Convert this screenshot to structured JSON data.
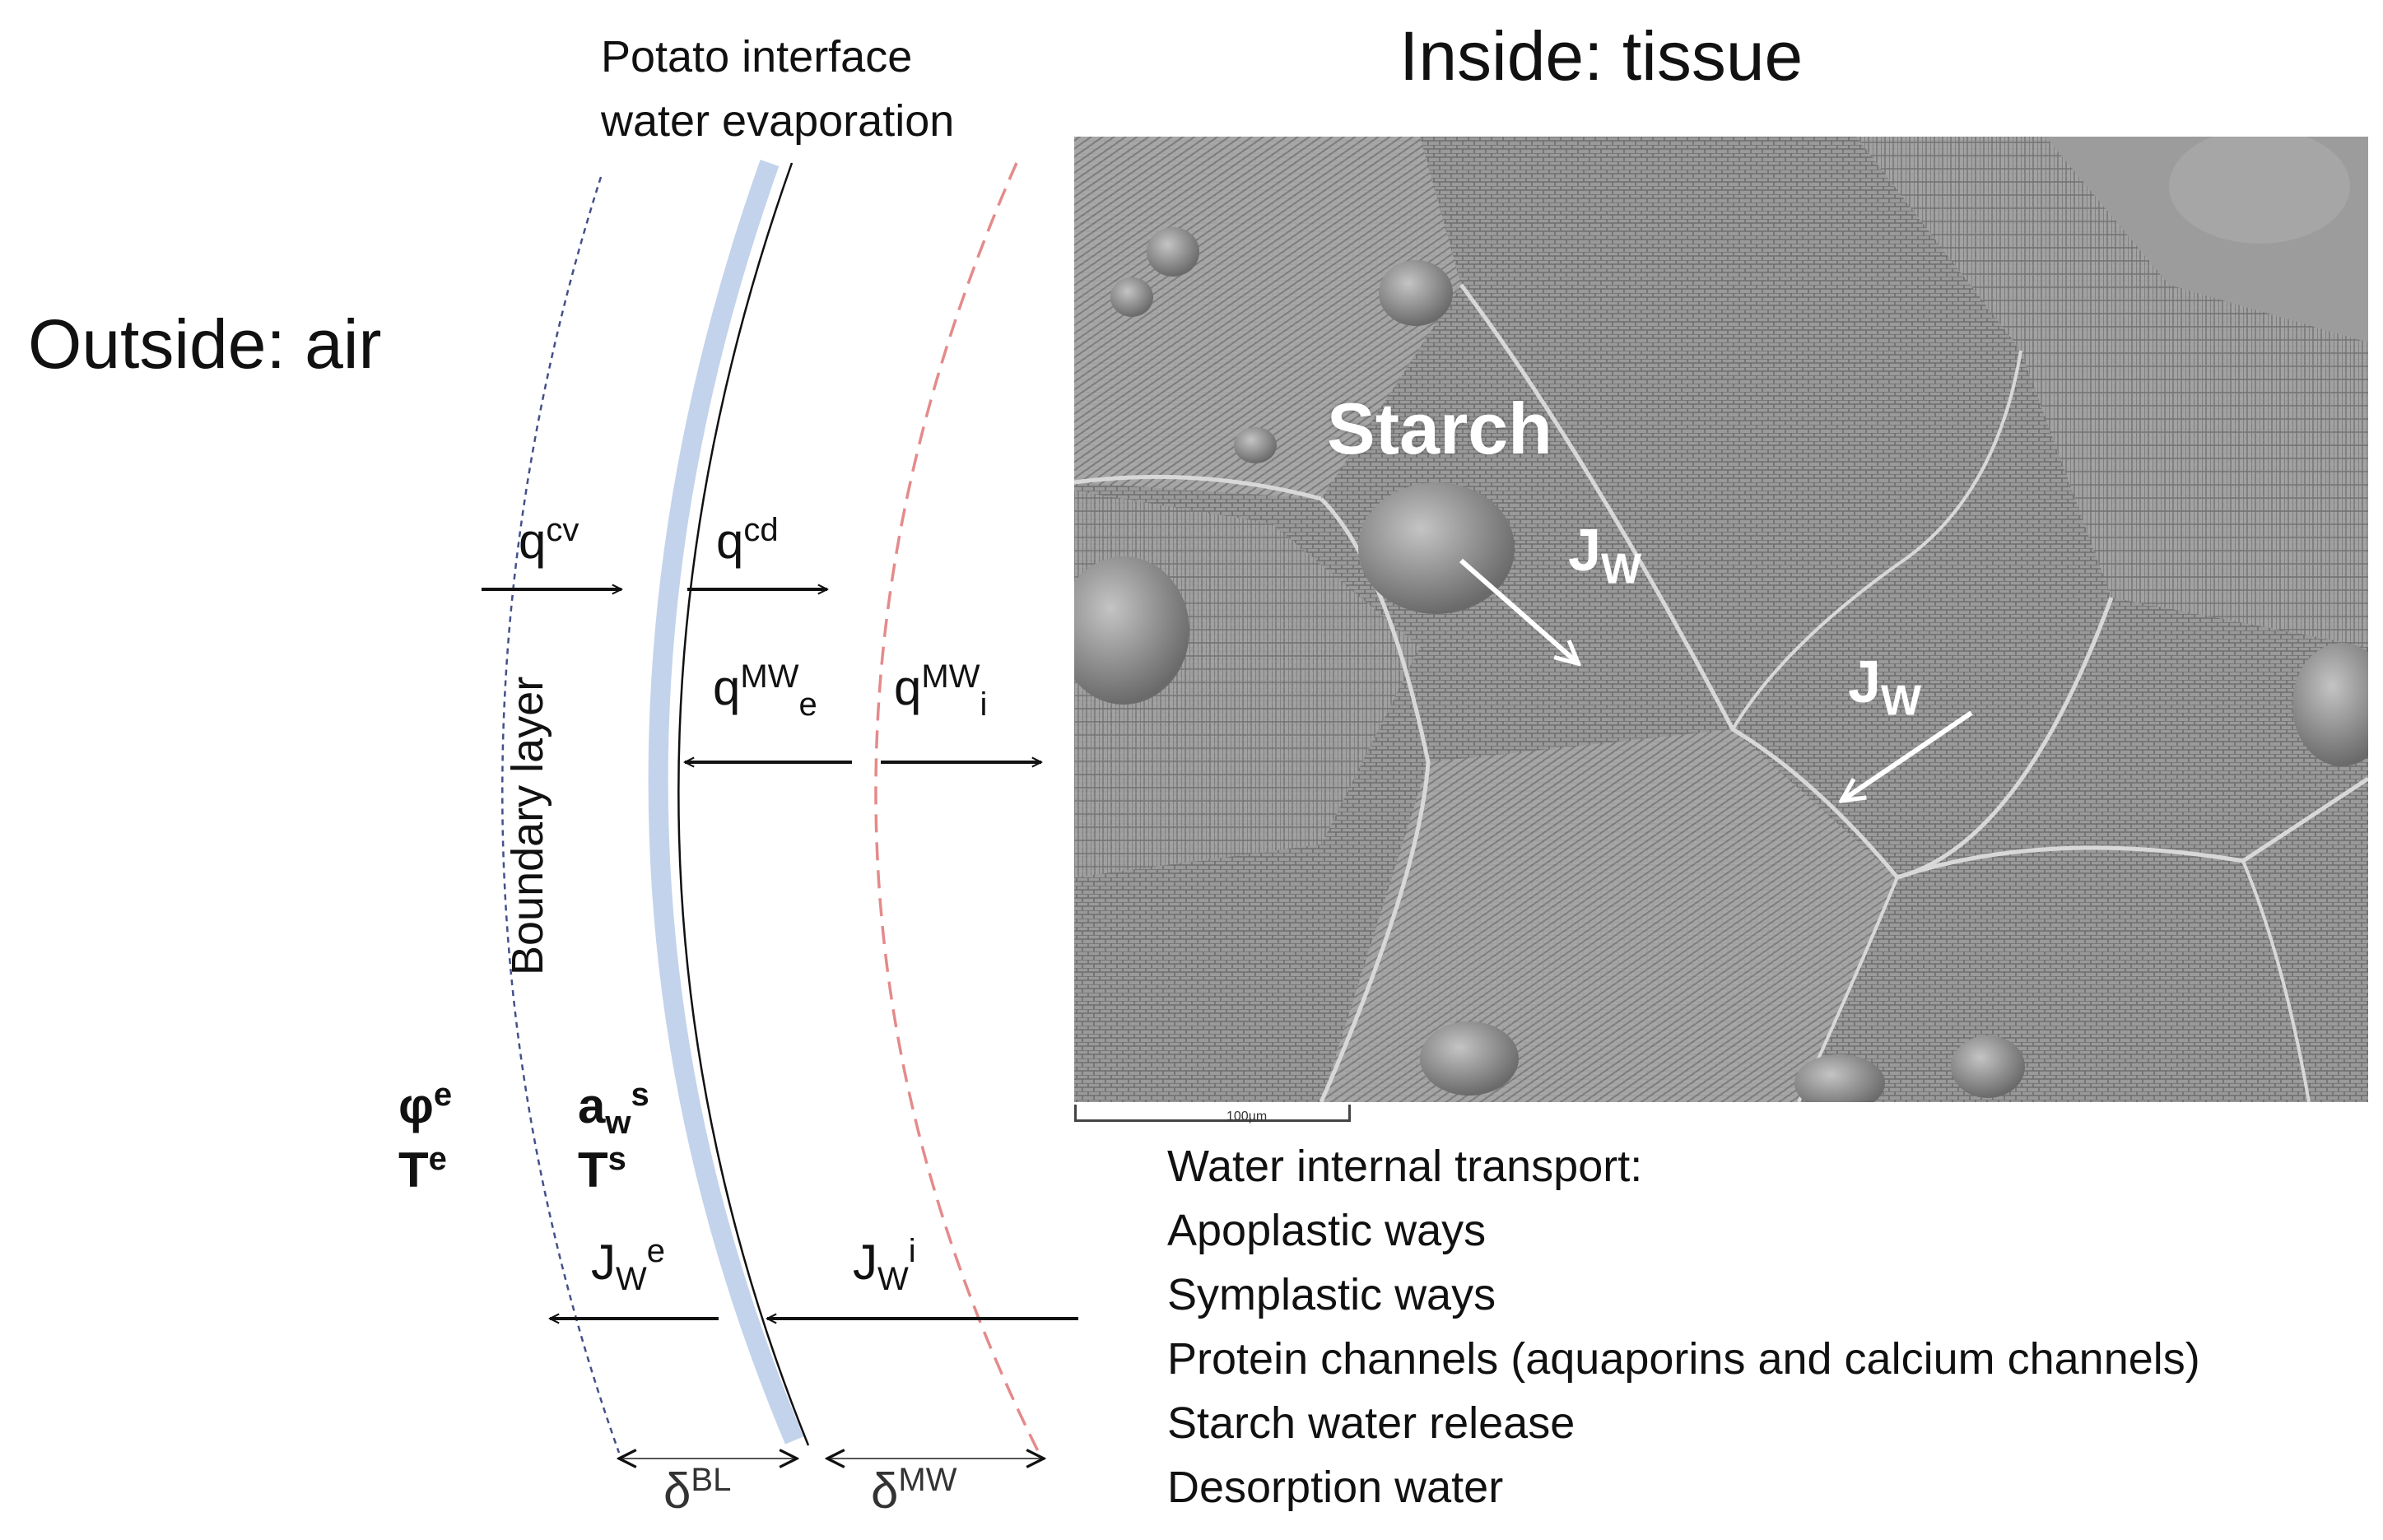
{
  "labels": {
    "outside": "Outside: air",
    "inside": "Inside: tissue",
    "interface_line1": "Potato interface",
    "interface_line2": "water evaporation",
    "boundary_layer": "Boundary layer"
  },
  "fluxes": {
    "q_cv_base": "q",
    "q_cv_sup": "cv",
    "q_cd_base": "q",
    "q_cd_sup": "cd",
    "q_mwe_base": "q",
    "q_mwe_sup": "MW",
    "q_mwe_sub": "e",
    "q_mwi_base": "q",
    "q_mwi_sup": "MW",
    "q_mwi_sub": "i",
    "jwe_base": "J",
    "jwe_sub": "W",
    "jwe_sup": "e",
    "jwi_base": "J",
    "jwi_sub": "W",
    "jwi_sup": "i"
  },
  "state": {
    "phi_base": "φ",
    "phi_sup": "e",
    "Te_base": "T",
    "Te_sup": "e",
    "aw_base": "a",
    "aw_sub": "w",
    "aw_sup": "s",
    "Ts_base": "T",
    "Ts_sup": "s"
  },
  "thickness": {
    "dbl_base": "δ",
    "dbl_sup": "BL",
    "dmw_base": "δ",
    "dmw_sup": "MW"
  },
  "micrograph": {
    "starch": "Starch",
    "jw_base": "J",
    "jw_sub": "W",
    "scale": "100µm"
  },
  "transport_list": {
    "title": "Water internal transport:",
    "items": [
      "Apoplastic ways",
      "Symplastic ways",
      "Protein channels (aquaporins and calcium channels)",
      "Starch water release",
      "Desorption water"
    ]
  },
  "colors": {
    "interface_fill": "#c3d3ec",
    "outer_dashed": "#44508a",
    "inner_dashed": "#e58a8a",
    "arrow": "#111111"
  }
}
